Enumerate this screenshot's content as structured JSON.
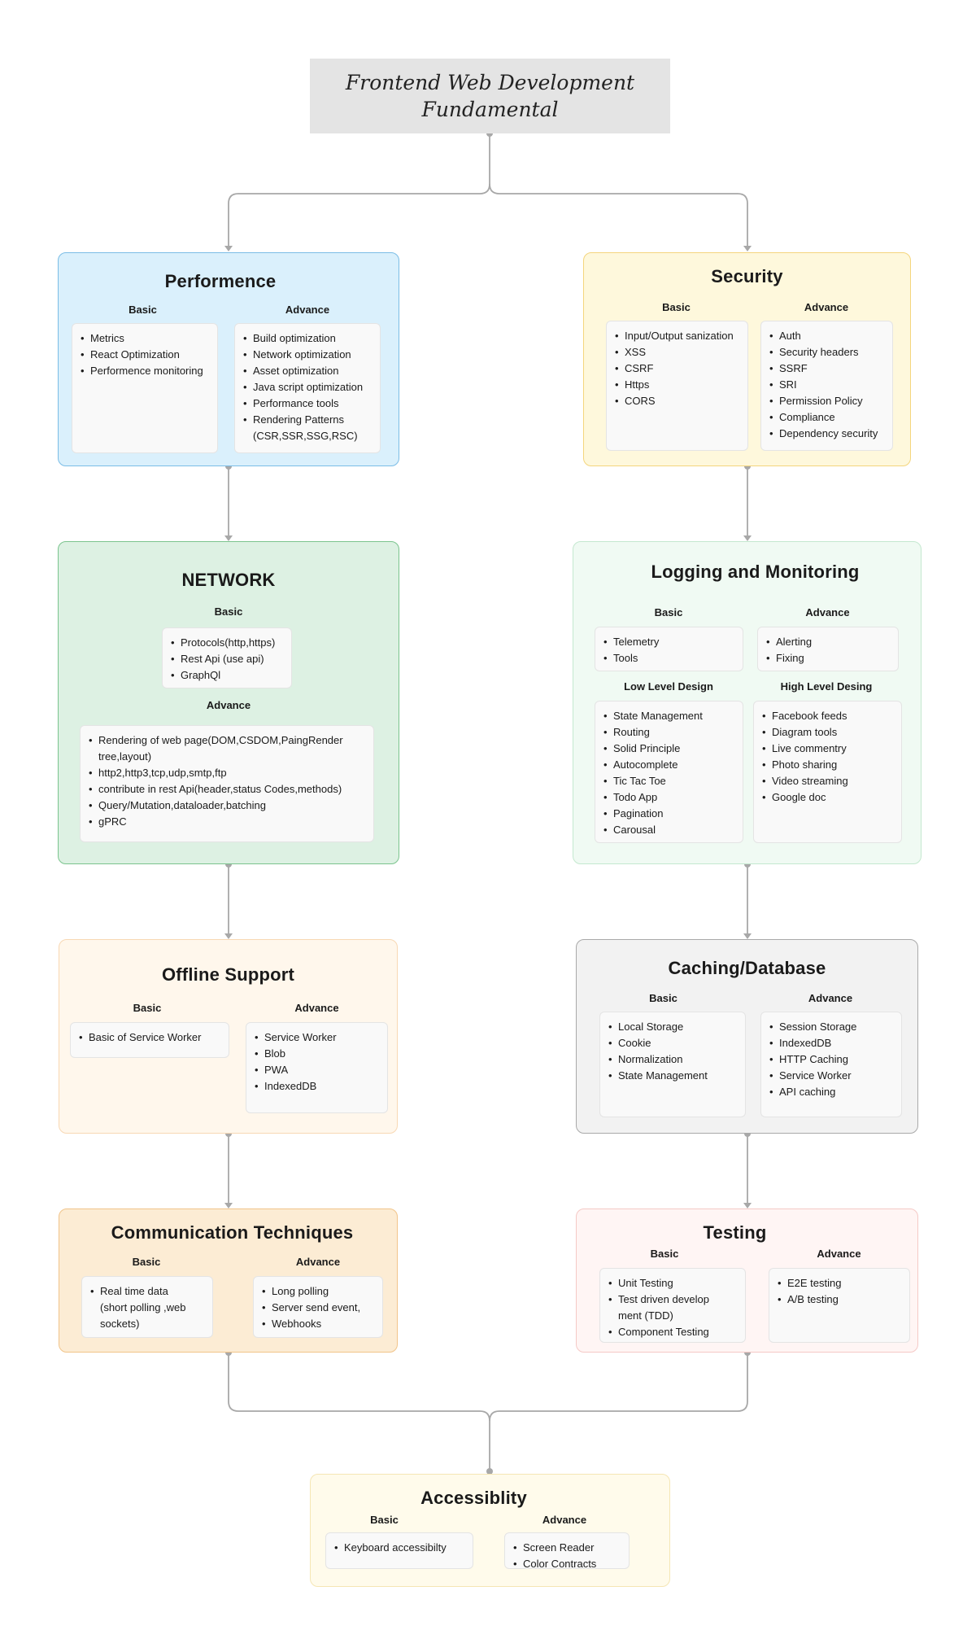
{
  "root": {
    "title_line1": "Frontend Web Development",
    "title_line2": "Fundamental"
  },
  "performance": {
    "title": "Performence",
    "basic_label": "Basic",
    "advance_label": "Advance",
    "basic": [
      "Metrics",
      "React Optimization",
      "Performence monitoring"
    ],
    "advance": [
      "Build optimization",
      "Network optimization",
      "Asset optimization",
      "Java script optimization",
      "Performance tools",
      "Rendering Patterns",
      "(CSR,SSR,SSG,RSC)"
    ]
  },
  "security": {
    "title": "Security",
    "basic_label": "Basic",
    "advance_label": "Advance",
    "basic": [
      "Input/Output sanization",
      "XSS",
      "CSRF",
      "Https",
      "CORS"
    ],
    "advance": [
      "Auth",
      "Security headers",
      "SSRF",
      "SRI",
      "Permission Policy",
      "Compliance",
      "Dependency security"
    ]
  },
  "network": {
    "title": "NETWORK",
    "basic_label": "Basic",
    "advance_label": "Advance",
    "basic": [
      "Protocols(http,https)",
      "Rest Api (use api)",
      "GraphQl"
    ],
    "advance": [
      "Rendering of web page(DOM,CSDOM,PaingRender",
      "tree,layout)",
      "http2,http3,tcp,udp,smtp,ftp",
      "contribute in rest Api(header,status Codes,methods)",
      "Query/Mutation,dataloader,batching",
      "gPRC"
    ]
  },
  "logging": {
    "title": "Logging and Monitoring",
    "basic_label": "Basic",
    "advance_label": "Advance",
    "low_label": "Low Level Design",
    "high_label": "High Level Desing",
    "basic": [
      "Telemetry",
      "Tools"
    ],
    "advance": [
      "Alerting",
      "Fixing"
    ],
    "low": [
      "State Management",
      "Routing",
      "Solid Principle",
      "Autocomplete",
      "Tic Tac Toe",
      "Todo App",
      "Pagination",
      "Carousal"
    ],
    "high": [
      "Facebook feeds",
      "Diagram tools",
      "Live commentry",
      "Photo sharing",
      "Video streaming",
      "Google doc"
    ]
  },
  "offline": {
    "title": "Offline Support",
    "basic_label": "Basic",
    "advance_label": "Advance",
    "basic": [
      "Basic of Service Worker"
    ],
    "advance": [
      "Service Worker",
      "Blob",
      "PWA",
      "IndexedDB"
    ]
  },
  "caching": {
    "title": "Caching/Database",
    "basic_label": "Basic",
    "advance_label": "Advance",
    "basic": [
      "Local Storage",
      "Cookie",
      "Normalization",
      "State Management"
    ],
    "advance": [
      "Session Storage",
      "IndexedDB",
      "HTTP Caching",
      "Service Worker",
      "API caching"
    ]
  },
  "communication": {
    "title": "Communication Techniques",
    "basic_label": "Basic",
    "advance_label": "Advance",
    "basic": [
      "Real time data",
      "(short polling ,web",
      "sockets)"
    ],
    "advance": [
      "Long polling",
      "Server send event,",
      "Webhooks"
    ]
  },
  "testing": {
    "title": "Testing",
    "basic_label": "Basic",
    "advance_label": "Advance",
    "basic": [
      "Unit Testing",
      "Test driven develop",
      "ment (TDD)",
      "Component Testing"
    ],
    "advance": [
      "E2E testing",
      "A/B testing"
    ]
  },
  "accessibility": {
    "title": "Accessiblity",
    "basic_label": "Basic",
    "advance_label": "Advance",
    "basic": [
      "Keyboard accessibilty"
    ],
    "advance": [
      "Screen Reader",
      "Color Contracts"
    ]
  },
  "colors": {
    "connector": "#a8a8a8",
    "root_bg": "#e4e4e4"
  }
}
